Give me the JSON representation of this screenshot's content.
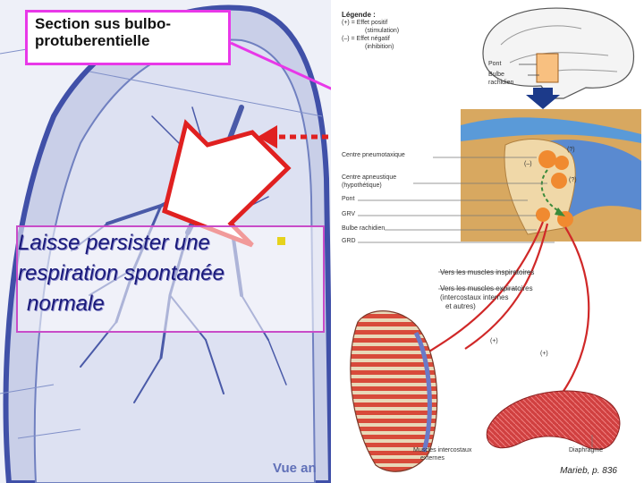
{
  "title_box": {
    "line1": "Section sus bulbo-",
    "line2": "protuberentielle"
  },
  "main_box": {
    "line1": "Laisse persister une",
    "line2": "respiration spontanée",
    "line3": "normale"
  },
  "legend": {
    "title": "Légende :",
    "positive": "(+) = Effet positif",
    "positive_sub": "(stimulation)",
    "negative": "(–) = Effet négatif",
    "negative_sub": "(inhibition)"
  },
  "brain_labels": {
    "pont": "Pont",
    "bulbe_line1": "Bulbe",
    "bulbe_line2": "rachidien"
  },
  "section_labels": {
    "centre_pneumotaxique": "Centre pneumotaxique",
    "centre_apneustique_line1": "Centre apneustique",
    "centre_apneustique_line2": "(hypothétique)",
    "pont": "Pont",
    "grv": "GRV",
    "bulbe_rachidien": "Bulbe rachidien",
    "grd": "GRD"
  },
  "effect_marks": {
    "neg": "(–)",
    "q1": "(?)",
    "q2": "(?)",
    "plus1": "(+)",
    "plus2": "(+)"
  },
  "muscle_labels": {
    "inspiratory": "Vers les muscles inspiratoires",
    "expiratory_line1": "Vers les muscles expiratoires",
    "expiratory_line2": "(intercostaux internes",
    "expiratory_line3": "et autres)",
    "intercostal_line1": "Muscles intercostaux",
    "intercostal_line2": "externes",
    "diaphragm": "Diaphragme"
  },
  "lung_caption": "Vue an",
  "citation": "Marieb, p. 836",
  "colors": {
    "title_border": "#e838e8",
    "main_border": "#c84cc8",
    "arrow_red": "#e02020",
    "dotted_red": "#e02020",
    "magenta_line": "#e838e8",
    "lung_blue": "#5060b0",
    "brain_orange": "#f08a30",
    "pathway_green": "#3a8a3a",
    "muscle_red": "#d84040"
  }
}
